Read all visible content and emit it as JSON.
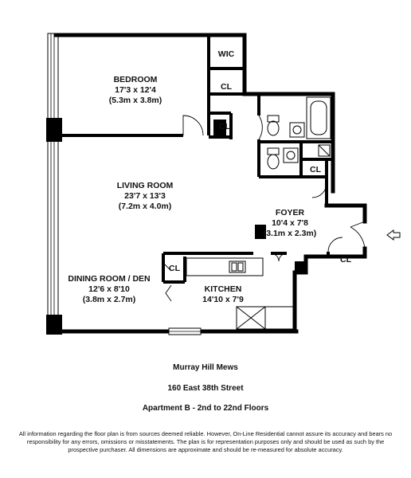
{
  "rooms": {
    "bedroom": {
      "name": "BEDROOM",
      "dims_ft": "17'3 x 12'4",
      "dims_m": "(5.3m x 3.8m)"
    },
    "living_room": {
      "name": "LIVING ROOM",
      "dims_ft": "23'7 x 13'3",
      "dims_m": "(7.2m x 4.0m)"
    },
    "dining_room": {
      "name": "DINING ROOM / DEN",
      "dims_ft": "12'6 x 8'10",
      "dims_m": "(3.8m x 2.7m)"
    },
    "kitchen": {
      "name": "KITCHEN",
      "dims_ft": "14'10 x 7'9"
    },
    "foyer": {
      "name": "FOYER",
      "dims_ft": "10'4 x 7'8",
      "dims_m": "(3.1m x 2.3m)"
    }
  },
  "closets": {
    "wic": "WIC",
    "cl_bedroom": "CL",
    "cl_bedroom_small": "CL",
    "cl_bath": "CL",
    "cl_foyer": "CL",
    "cl_dining": "CL"
  },
  "building": {
    "name": "Murray Hill Mews",
    "address": "160 East 38th Street",
    "apartment": "Apartment B - 2nd to 22nd Floors"
  },
  "disclaimer": "All information regarding the floor plan is from sources deemed reliable.  However, On-Line Residential cannot assure its accuracy and bears no responsibility for any errors, omissions or misstatements.  The plan is for representation purposes only and should be used as such by the prospective purchaser.  All dimensions are approximate and should be re-measured for absolute accuracy.",
  "icons": [
    "entrance-arrow-icon"
  ]
}
